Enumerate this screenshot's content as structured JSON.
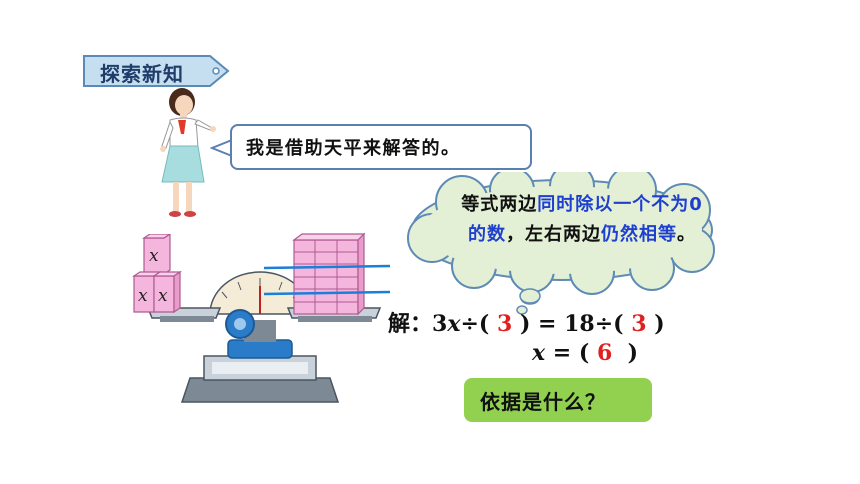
{
  "section_tag": "探索新知",
  "speech": "我是借助天平来解答的。",
  "cloud": {
    "part1": "等式两边",
    "part2": "同时除以一个不为",
    "part3": "0",
    "part4": "的数",
    "part5": "，左右两边",
    "part6": "仍然相等",
    "part7": "。"
  },
  "equation": {
    "prefix": "解：3",
    "var": "x",
    "div_open": "÷(",
    "answer1": "3",
    "middle": ") = 18÷(",
    "answer2": "3",
    "close": ")",
    "line2_var": "x",
    "line2_eq": " = (",
    "answer3": "6",
    "line2_close": ")"
  },
  "question": "依据是什么？",
  "block_labels": {
    "top": "x",
    "left": "x",
    "right": "x"
  },
  "colors": {
    "tag_bg": "#c5dff0",
    "tag_text": "#1f3c6b",
    "answer": "#e02020",
    "highlight": "#1f3fcf",
    "cloud_fill": "#e3f0d6",
    "question_bg": "#92d050",
    "pink_block": "#f4b6dd",
    "blue_line": "#1a7fd8"
  }
}
